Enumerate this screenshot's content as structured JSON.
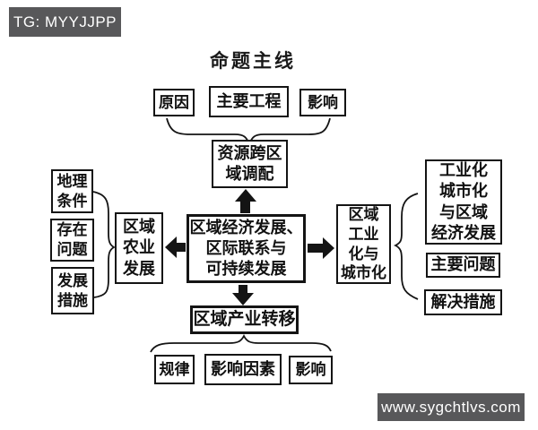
{
  "watermarks": {
    "tg": "TG: MYYJJPP",
    "url": "www.sygchtlvs.com"
  },
  "title": "命题主线",
  "nodes": {
    "reason": [
      "原因"
    ],
    "main_project": [
      "主要工程"
    ],
    "impact_top": [
      "影响"
    ],
    "resource_allocation": [
      "资源跨区",
      "域调配"
    ],
    "center": [
      "区域经济发展、",
      "区际联系与",
      "可持续发展"
    ],
    "agriculture": [
      "区域",
      "农业",
      "发展"
    ],
    "geo_conditions": [
      "地理",
      "条件"
    ],
    "existing_problems": [
      "存在",
      "问题"
    ],
    "development_measures": [
      "发展",
      "措施"
    ],
    "industrialization": [
      "区域",
      "工业",
      "化与",
      "城市化"
    ],
    "indus_urban_regional": [
      "工业化",
      "城市化",
      "与区域",
      "经济发展"
    ],
    "main_problems": [
      "主要问题"
    ],
    "solutions": [
      "解决措施"
    ],
    "industry_transfer": [
      "区域产业转移"
    ],
    "rules": [
      "规律"
    ],
    "influencing_factors": [
      "影响因素"
    ],
    "impact_bottom": [
      "影响"
    ]
  },
  "colors": {
    "badge_bg": "#58585a",
    "badge_text": "#ffffff",
    "line": "#141414",
    "box_bg": "#ffffff",
    "background": "#ffffff"
  }
}
